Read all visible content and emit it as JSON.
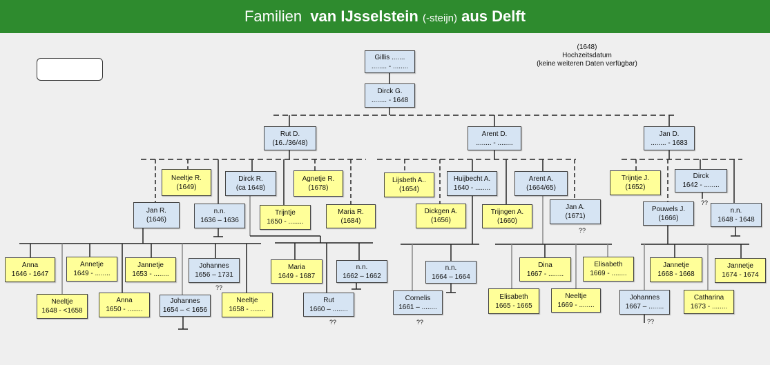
{
  "title": {
    "part1": "Familien",
    "part2": "van IJsselstein",
    "part3": "(-steijn)",
    "part4": "aus Delft"
  },
  "note": {
    "year": "(1648)",
    "label": "Hochzeitsdatum",
    "sub": "(keine weiteren Daten verfügbar)"
  },
  "colors": {
    "banner": "#2e8b2e",
    "male": "#d6e4f3",
    "female": "#ffff99"
  },
  "persons": {
    "gillis": {
      "name": "Gillis .......",
      "dates": "........ - ........"
    },
    "dirckg": {
      "name": "Dirck G.",
      "dates": "........ - 1648"
    },
    "rutd": {
      "name": "Rut D.",
      "dates": "(16../36/48)"
    },
    "arentd": {
      "name": "Arent D.",
      "dates": "........ - ........"
    },
    "jand": {
      "name": "Jan D.",
      "dates": "........ - 1683"
    },
    "neeltjer": {
      "name": "Neeltje R.",
      "dates": "(1649)"
    },
    "dirckr": {
      "name": "Dirck R.",
      "dates": "(ca 1648)"
    },
    "agnetjer": {
      "name": "Agnetje R.",
      "dates": "(1678)"
    },
    "janr": {
      "name": "Jan R.",
      "dates": "(1646)"
    },
    "nn1636": {
      "name": "n.n.",
      "dates": "1636 – 1636"
    },
    "trijntje": {
      "name": "Trijntje",
      "dates": "1650 - ........"
    },
    "mariar": {
      "name": "Maria R.",
      "dates": "(1684)"
    },
    "lijsbetha": {
      "name": "Lijsbeth A..",
      "dates": "(1654)"
    },
    "huijbechta": {
      "name": "Huijbecht A.",
      "dates": "1640 - ........"
    },
    "arenta": {
      "name": "Arent A.",
      "dates": "(1664/65)"
    },
    "dickgena": {
      "name": "Dickgen A.",
      "dates": "(1656)"
    },
    "trijngena": {
      "name": "Trijngen A.",
      "dates": "(1660)"
    },
    "jana": {
      "name": "Jan A.",
      "dates": "(1671)"
    },
    "trijntjej": {
      "name": "Trijntje J.",
      "dates": "(1652)"
    },
    "dirck1642": {
      "name": "Dirck",
      "dates": "1642 - ........"
    },
    "pouwelsj": {
      "name": "Pouwels J.",
      "dates": "(1666)"
    },
    "nn1648": {
      "name": "n.n.",
      "dates": "1648 - 1648"
    },
    "anna1646": {
      "name": "Anna",
      "dates": "1646 - 1647"
    },
    "annetje": {
      "name": "Annetje",
      "dates": "1649 - ........"
    },
    "jannetje1653": {
      "name": "Jannetje",
      "dates": "1653 - ........"
    },
    "johannes1656": {
      "name": "Johannes",
      "dates": "1656 – 1731"
    },
    "neeltje1648": {
      "name": "Neeltje",
      "dates": "1648 - <1658"
    },
    "anna1650": {
      "name": "Anna",
      "dates": "1650 - ........"
    },
    "johannes1654": {
      "name": "Johannes",
      "dates": "1654 – < 1656"
    },
    "neeltje1658": {
      "name": "Neeltje",
      "dates": "1658 - ........"
    },
    "maria": {
      "name": "Maria",
      "dates": "1649 - 1687"
    },
    "nn1662": {
      "name": "n.n.",
      "dates": "1662 – 1662"
    },
    "rut": {
      "name": "Rut",
      "dates": "1660 – ........"
    },
    "nn1664": {
      "name": "n.n.",
      "dates": "1664 – 1664"
    },
    "cornelis": {
      "name": "Cornelis",
      "dates": "1661 – ........"
    },
    "dina": {
      "name": "Dina",
      "dates": "1667 - ........"
    },
    "elisabeth1669": {
      "name": "Elisabeth",
      "dates": "1669 - ........"
    },
    "elisabeth1665": {
      "name": "Elisabeth",
      "dates": "1665 - 1665"
    },
    "neeltje1669": {
      "name": "Neeltje",
      "dates": "1669 - ........"
    },
    "jannetje1668": {
      "name": "Jannetje",
      "dates": "1668 - 1668"
    },
    "jannetje1674": {
      "name": "Jannetje",
      "dates": "1674 - 1674"
    },
    "johannes1667": {
      "name": "Johannes",
      "dates": "1667 – ........"
    },
    "catharina": {
      "name": "Catharina",
      "dates": "1673 - ........"
    }
  },
  "unknown_mark": "??"
}
